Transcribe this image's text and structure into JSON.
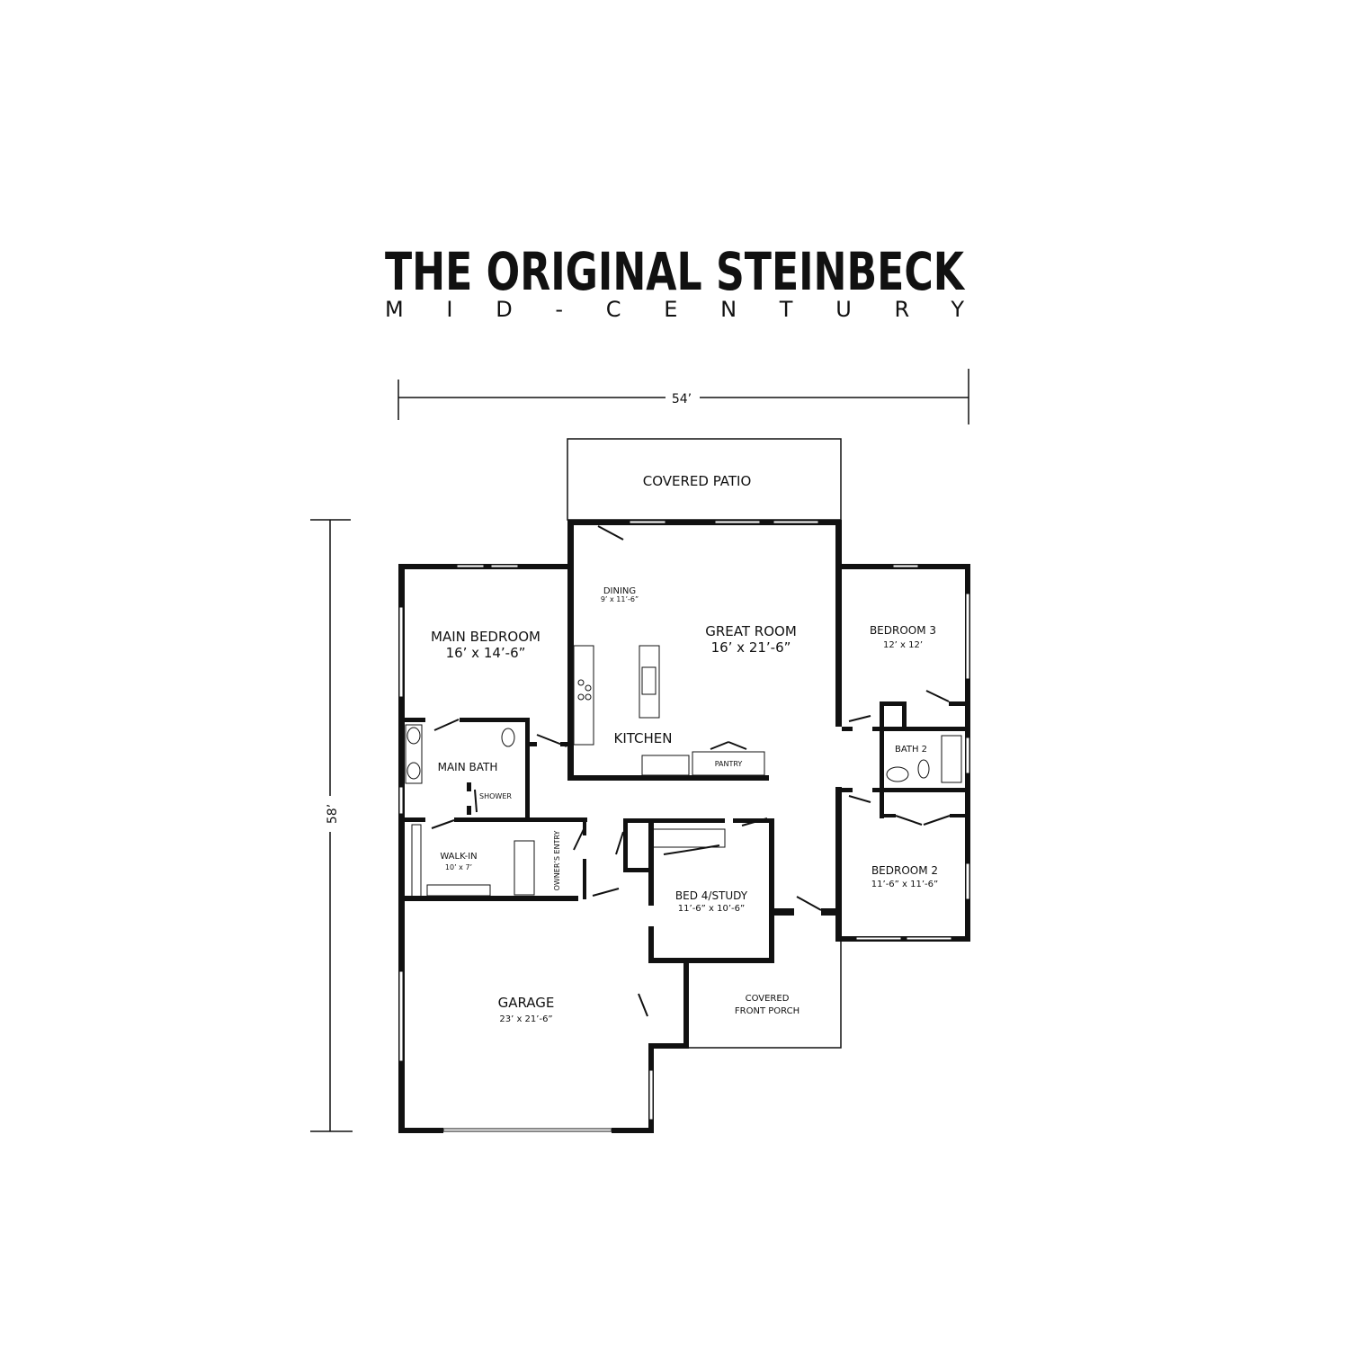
{
  "title": {
    "main": "THE ORIGINAL STEINBECK",
    "sub": "MID-CENTURY"
  },
  "dimensions": {
    "width": "54’",
    "depth": "58’"
  },
  "rooms": {
    "covered_patio": {
      "label": "COVERED PATIO"
    },
    "dining": {
      "label": "DINING",
      "size": "9’ x 11’-6”"
    },
    "great_room": {
      "label": "GREAT ROOM",
      "size": "16’ x 21’-6”"
    },
    "main_bedroom": {
      "label": "MAIN BEDROOM",
      "size": "16’ x 14’-6”"
    },
    "bedroom3": {
      "label": "BEDROOM 3",
      "size": "12’ x 12’"
    },
    "kitchen": {
      "label": "KITCHEN"
    },
    "pantry": {
      "label": "PANTRY"
    },
    "main_bath": {
      "label": "MAIN BATH"
    },
    "shower": {
      "label": "SHOWER"
    },
    "bath2": {
      "label": "BATH 2"
    },
    "walk_in": {
      "label": "WALK-IN",
      "size": "10’ x 7’"
    },
    "owners_entry": {
      "label": "OWNER’S ENTRY"
    },
    "bed4": {
      "label": "BED 4/STUDY",
      "size": "11’-6” x 10’-6”"
    },
    "bedroom2": {
      "label": "BEDROOM 2",
      "size": "11’-6” x 11’-6”"
    },
    "garage": {
      "label": "GARAGE",
      "size": "23’ x 21’-6”"
    },
    "front_porch": {
      "label1": "COVERED",
      "label2": "FRONT PORCH"
    }
  }
}
